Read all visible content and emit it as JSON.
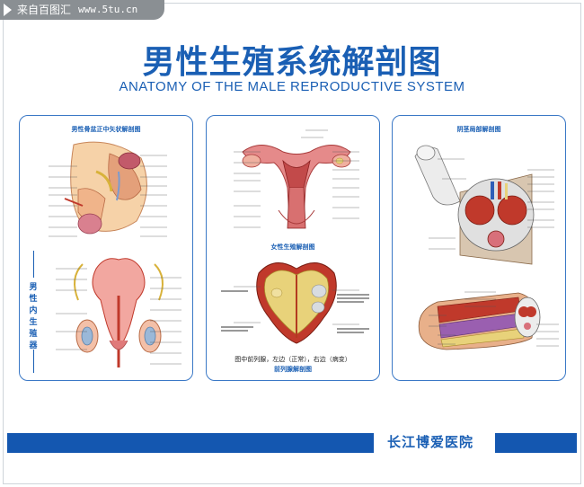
{
  "watermark": {
    "brand": "来自百图汇",
    "site": "www.5tu.cn"
  },
  "header": {
    "title_zh": "男性生殖系统解剖图",
    "title_en": "ANATOMY OF THE MALE REPRODUCTIVE SYSTEM"
  },
  "panels": {
    "sagittal": {
      "title": "男性骨盆正中矢状解剖图"
    },
    "internal": {
      "side_label": "男性内生殖器"
    },
    "female": {
      "caption": "女性生殖解剖图"
    },
    "prostate": {
      "note": "图中前列腺，左边（正常），右边（病变）",
      "caption": "前列腺解剖图"
    },
    "penis": {
      "title": "阴茎局部解剖图"
    }
  },
  "footer": {
    "hospital": "长江博爱医院"
  },
  "colors": {
    "brand_blue": "#1a5fb4",
    "bar_blue": "#1457b0",
    "tissue_red": "#c0392b",
    "tissue_pink": "#f2a7a0",
    "tissue_yellow": "#e8d27a"
  }
}
